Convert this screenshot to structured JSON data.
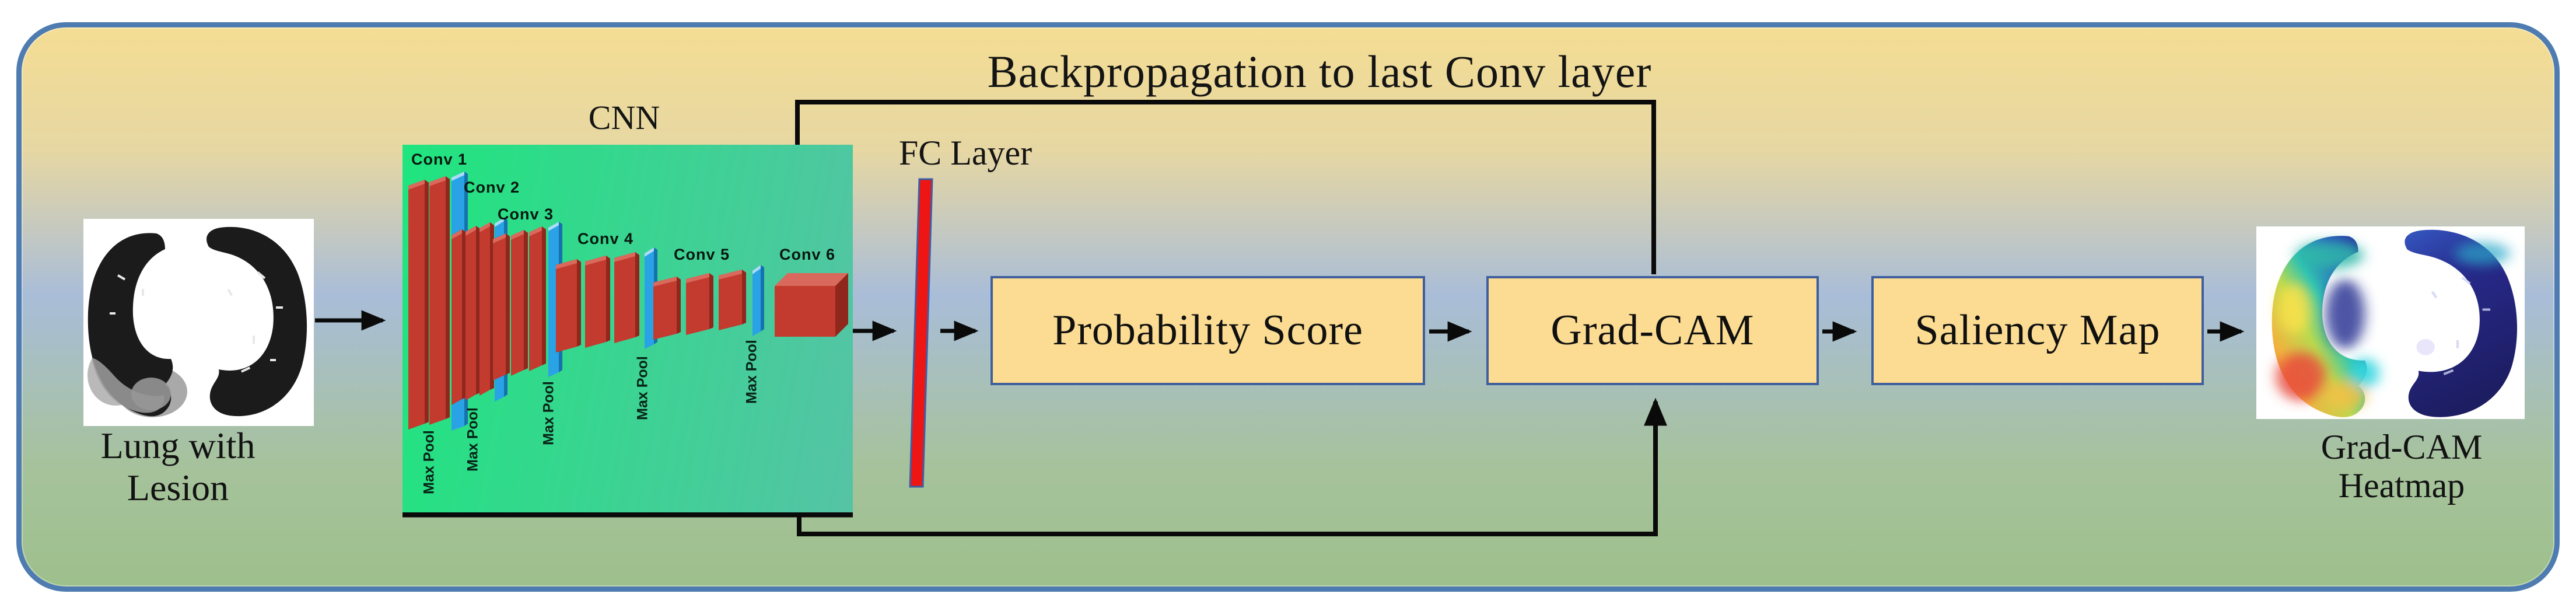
{
  "backprop": {
    "label": "Backpropagation to last Conv layer"
  },
  "cnn": {
    "label": "CNN",
    "conv_labels": [
      "Conv 1",
      "Conv 2",
      "Conv 3",
      "Conv 4",
      "Conv 5",
      "Conv 6"
    ],
    "maxpool_label": "Max Pool"
  },
  "fc": {
    "label": "FC Layer"
  },
  "pipeline": {
    "probability_label": "Probability Score",
    "gradcam_label": "Grad-CAM",
    "saliency_label": "Saliency Map"
  },
  "input": {
    "caption_line1": "Lung with",
    "caption_line2": "Lesion"
  },
  "output": {
    "caption_line1": "Grad-CAM",
    "caption_line2": "Heatmap"
  },
  "colors": {
    "frame_border": "#4e7cb1",
    "box_fill": "#fbdc92",
    "box_border": "#3e5e9e",
    "bg0": "#f4dd93",
    "bg1": "#e6d7a3",
    "bg2": "#a9bdd8",
    "bg3": "#a6c29c",
    "bg4": "#9ec08c",
    "cnn_a": "#1fe57e",
    "cnn_b": "#55c3a5",
    "slab_red": "#c23b2e",
    "slab_red_dark": "#8f271d",
    "slab_red_light": "#d9695c",
    "pool_blue": "#29a2e6",
    "pool_blue_dark": "#1672ad",
    "pool_blue_light": "#aadcf5",
    "fc_red": "#ee1515",
    "line": "#0a0a0a"
  }
}
